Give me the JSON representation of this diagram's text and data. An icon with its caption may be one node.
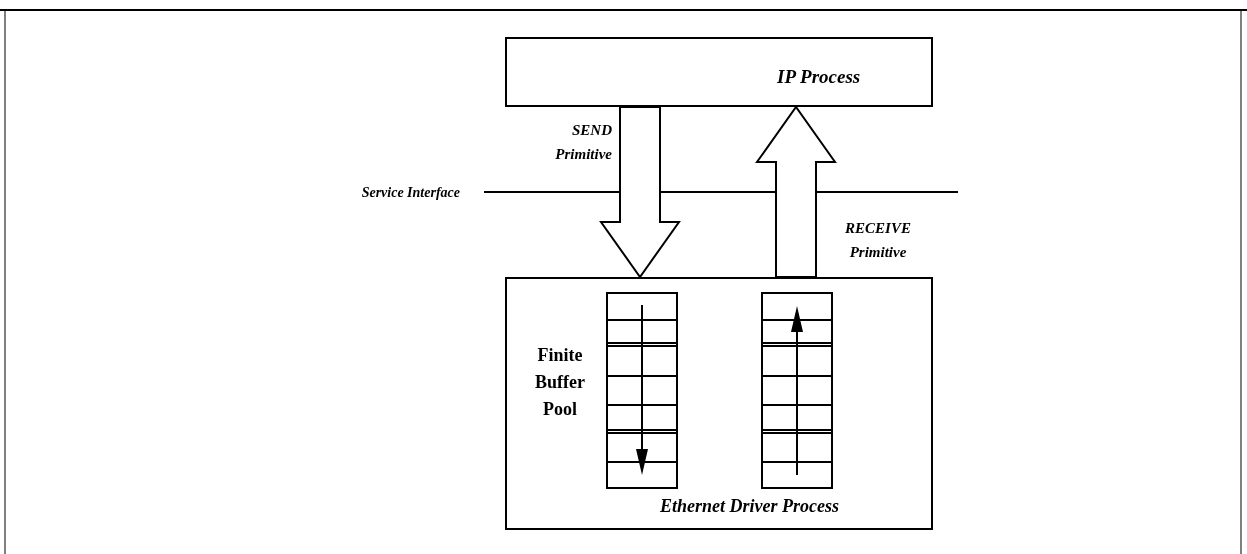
{
  "diagram": {
    "nodes": [
      {
        "text": [
          "IP Process"
        ]
      },
      {
        "text": [
          "Ethernet Driver Process"
        ]
      }
    ],
    "edges": [
      {
        "from": 0,
        "to": 1,
        "arrow": "to",
        "label": "SEND Primitive"
      },
      {
        "from": 1,
        "to": 0,
        "arrow": "to",
        "label": "RECEIVE Primitive"
      }
    ],
    "labels": [
      "Service Interface",
      "Finite Buffer Pool"
    ]
  }
}
